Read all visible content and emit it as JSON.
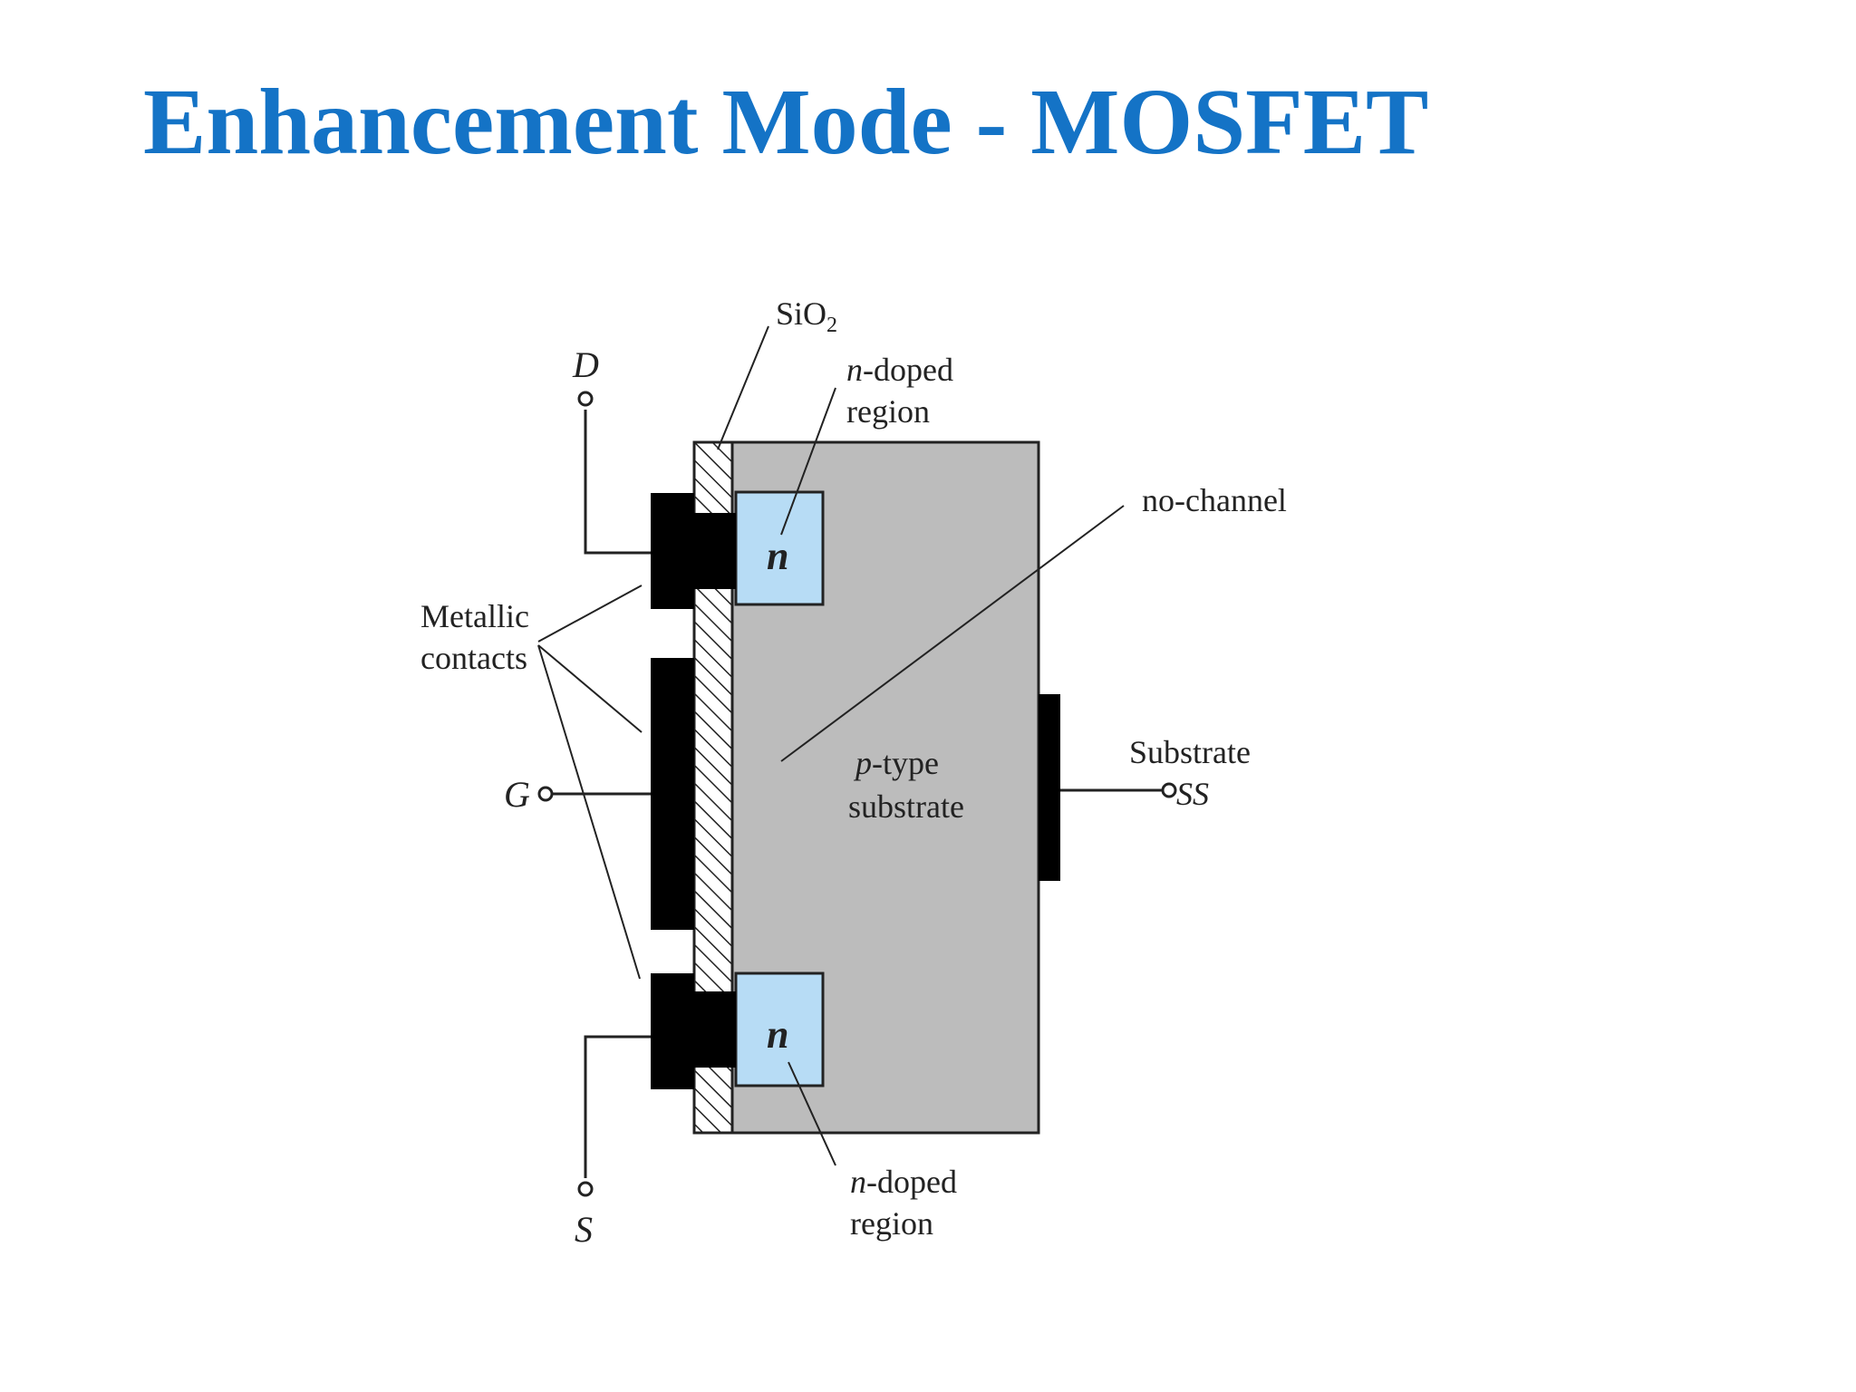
{
  "slide": {
    "title": "Enhancement Mode - MOSFET"
  },
  "diagram": {
    "labels": {
      "sio2_main": "SiO",
      "sio2_sub": "2",
      "n_doped_top_italic": "n",
      "n_doped_top_rest": "-doped",
      "n_doped_top_line2": "region",
      "no_channel": "no-channel",
      "metallic_line1": "Metallic",
      "metallic_line2": "contacts",
      "p_type_italic": "p",
      "p_type_rest": "-type",
      "substrate_word": "substrate",
      "substrate_terminal": "Substrate",
      "ss_terminal": "SS",
      "n_region_top": "n",
      "n_region_bottom": "n",
      "n_doped_bottom_italic": "n",
      "n_doped_bottom_rest": "-doped",
      "n_doped_bottom_line2": "region",
      "drain": "D",
      "gate": "G",
      "source": "S"
    },
    "colors": {
      "title": "#1473c6",
      "substrate": "#bcbcbc",
      "n_region": "#b7dcf5",
      "metal": "#000000",
      "line": "#222222"
    }
  }
}
